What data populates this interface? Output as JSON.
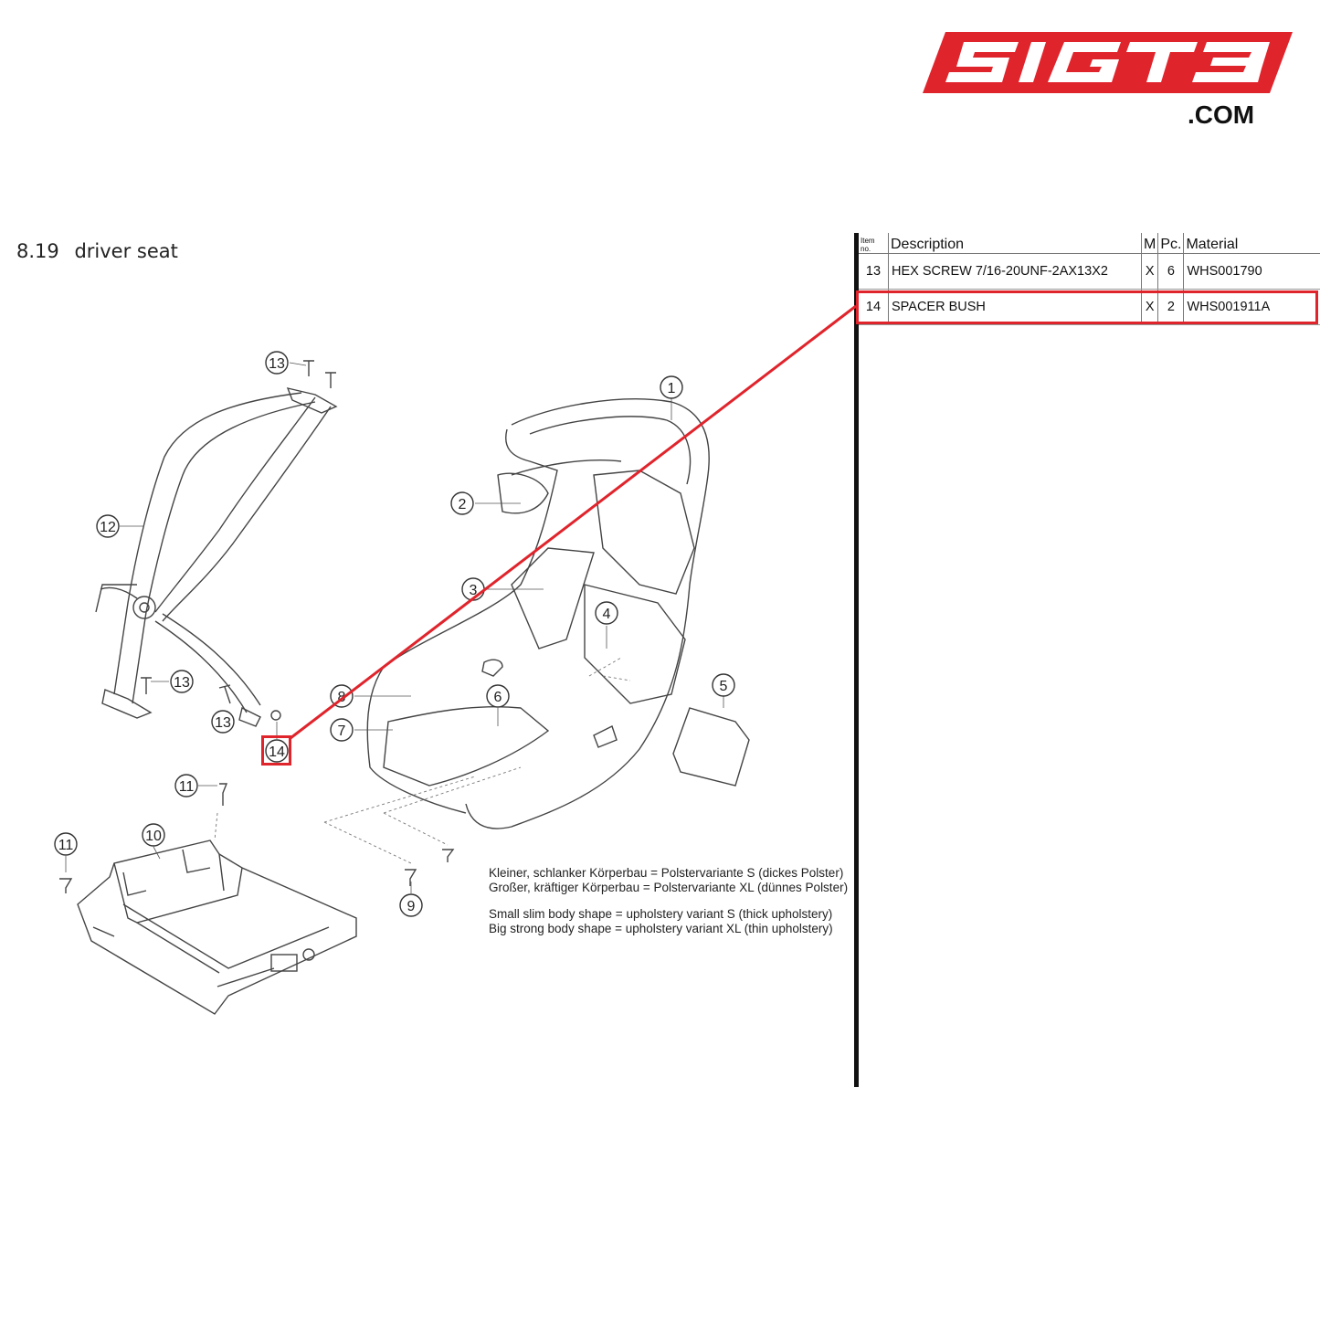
{
  "brand": {
    "logo_text": "SIGT3",
    "domain_suffix": ".COM",
    "accent_color": "#e0242c"
  },
  "page": {
    "section_number": "8.19",
    "section_title": "driver seat"
  },
  "diagram": {
    "callouts": [
      "1",
      "2",
      "3",
      "4",
      "5",
      "6",
      "7",
      "8",
      "9",
      "10",
      "11",
      "11",
      "12",
      "13",
      "13",
      "13",
      "14"
    ],
    "notes": {
      "de_line1": "Kleiner, schlanker Körperbau = Polstervariante S (dickes Polster)",
      "de_line2": "Großer, kräftiger Körperbau = Polstervariante XL (dünnes Polster)",
      "en_line1": "Small slim body shape = upholstery variant S (thick upholstery)",
      "en_line2": "Big strong body shape = upholstery variant XL (thin upholstery)"
    }
  },
  "table": {
    "headers": {
      "item_no": "Item no.",
      "description": "Description",
      "m": "M",
      "pc": "Pc.",
      "material": "Material"
    },
    "rows": [
      {
        "item": "13",
        "description": "HEX SCREW 7/16-20UNF-2AX13X2",
        "m": "X",
        "pc": "6",
        "material": "WHS001790"
      },
      {
        "item": "14",
        "description": "SPACER BUSH",
        "m": "X",
        "pc": "2",
        "material": "WHS001911A"
      }
    ],
    "highlighted_item": "14"
  }
}
